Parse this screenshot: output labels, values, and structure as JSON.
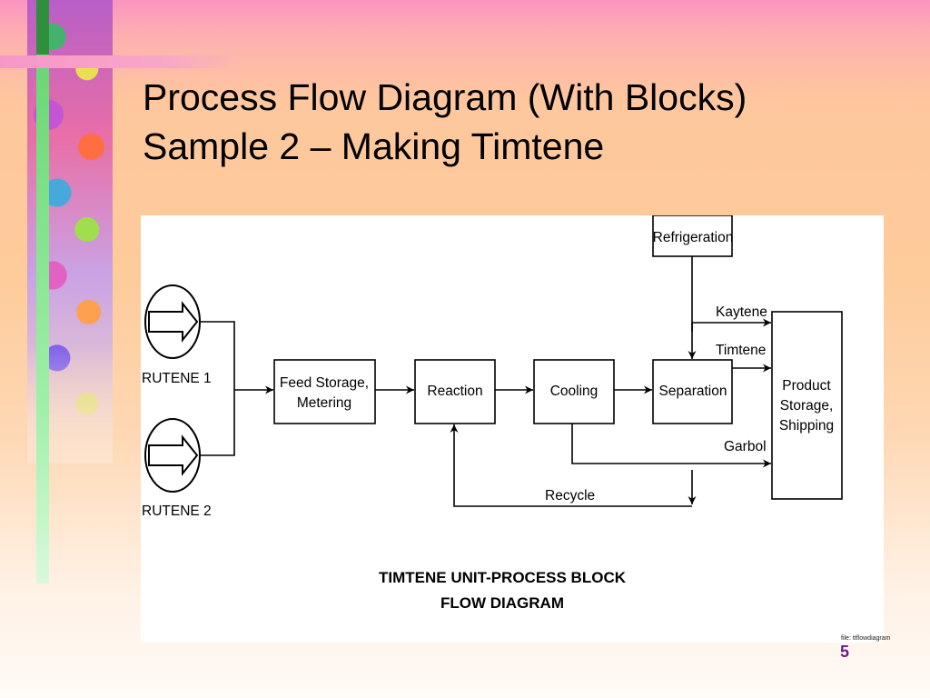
{
  "slide": {
    "title_line1": "Process Flow Diagram (With Blocks)",
    "title_line2": "Sample 2 – Making Timtene",
    "file_note": "file: ttflowdiagram",
    "page_number": "5"
  },
  "diagram": {
    "inputs": [
      {
        "label": "RUTENE 1"
      },
      {
        "label": "RUTENE 2"
      }
    ],
    "blocks": {
      "feed_line1": "Feed Storage,",
      "feed_line2": "Metering",
      "reaction": "Reaction",
      "cooling": "Cooling",
      "separation": "Separation",
      "refrigeration": "Refrigeration",
      "product_line1": "Product",
      "product_line2": "Storage,",
      "product_line3": "Shipping"
    },
    "streams": {
      "kaytene": "Kaytene",
      "timtene": "Timtene",
      "garbol": "Garbol",
      "recycle": "Recycle"
    },
    "caption_line1": "TIMTENE UNIT-PROCESS BLOCK",
    "caption_line2": "FLOW DIAGRAM"
  },
  "colors": {
    "page_number": "#6a1a8c",
    "line": "#000000"
  }
}
